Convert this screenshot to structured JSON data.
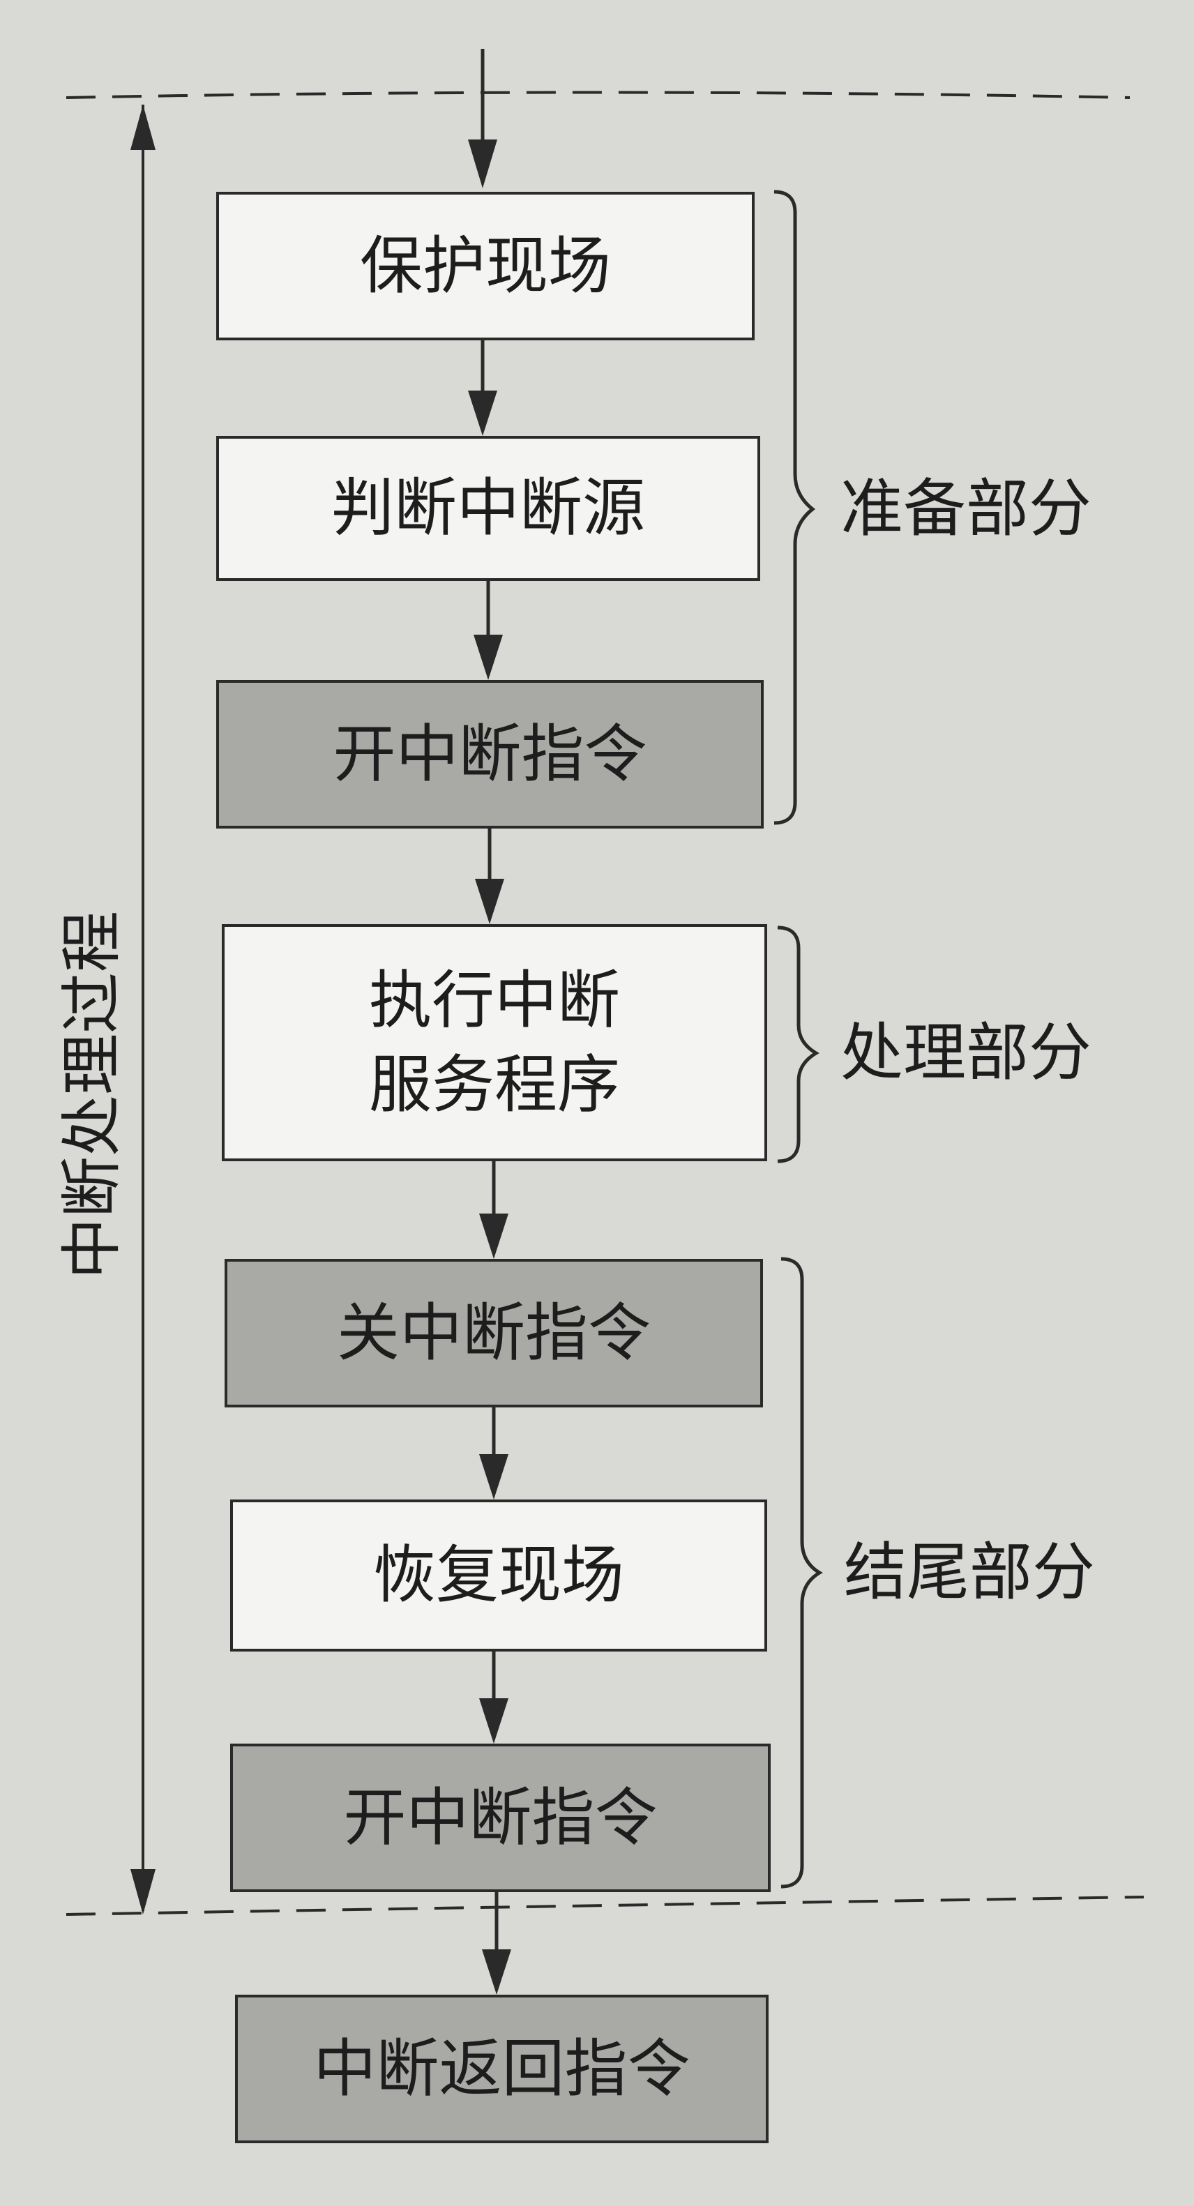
{
  "flow": {
    "steps": [
      {
        "text": "保护现场",
        "shaded": false
      },
      {
        "text": "判断中断源",
        "shaded": false
      },
      {
        "text": "开中断指令",
        "shaded": true
      },
      {
        "text": "执行中断\n服务程序",
        "shaded": false
      },
      {
        "text": "关中断指令",
        "shaded": true
      },
      {
        "text": "恢复现场",
        "shaded": false
      },
      {
        "text": "开中断指令",
        "shaded": true
      },
      {
        "text": "中断返回指令",
        "shaded": true
      }
    ]
  },
  "groups": {
    "prepare": "准备部分",
    "process": "处理部分",
    "ending": "结尾部分"
  },
  "span_label": "中断处理过程"
}
